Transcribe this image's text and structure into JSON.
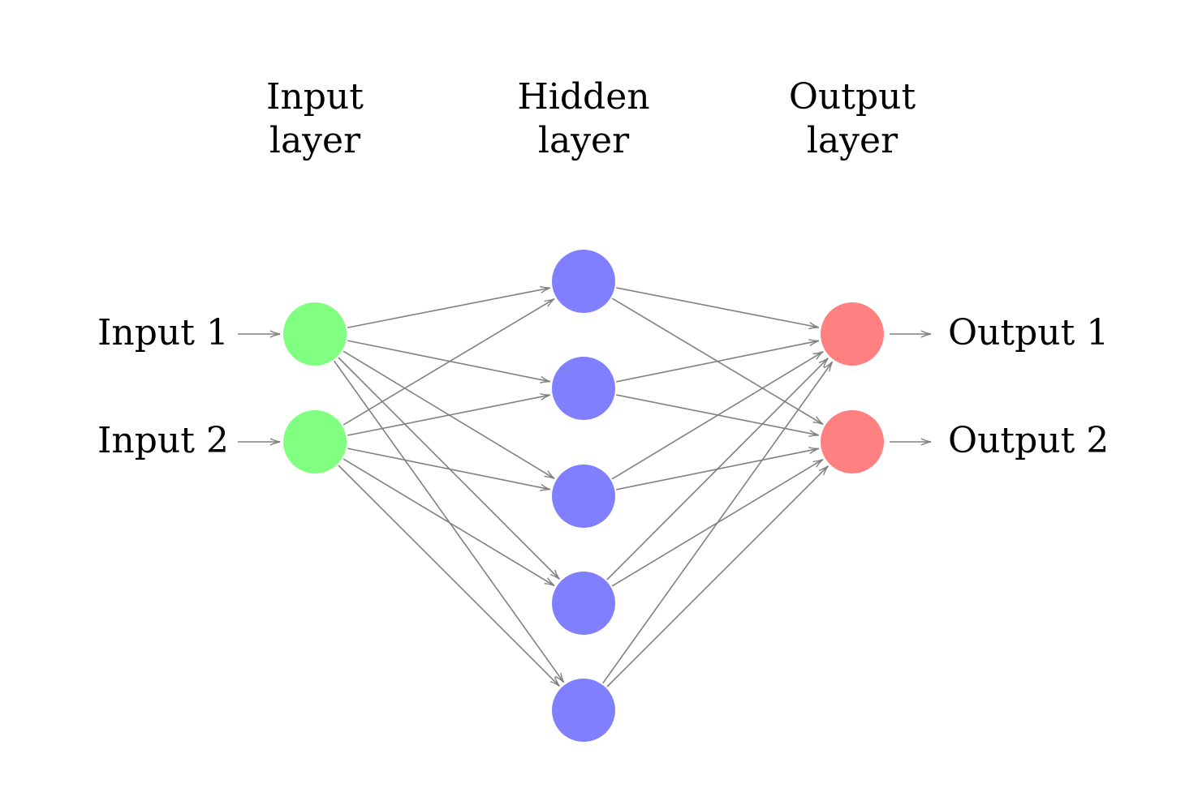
{
  "layers": [
    {
      "id": "input",
      "title": [
        "Input",
        "layer"
      ],
      "node_count": 2,
      "color": "#80ff80"
    },
    {
      "id": "hidden",
      "title": [
        "Hidden",
        "layer"
      ],
      "node_count": 5,
      "color": "#8080ff"
    },
    {
      "id": "output",
      "title": [
        "Output",
        "layer"
      ],
      "node_count": 2,
      "color": "#ff8080"
    }
  ],
  "inputs": [
    "Input 1",
    "Input 2"
  ],
  "outputs": [
    "Output 1",
    "Output 2"
  ],
  "edge_color": "#808080",
  "connectivity": "fully-connected"
}
